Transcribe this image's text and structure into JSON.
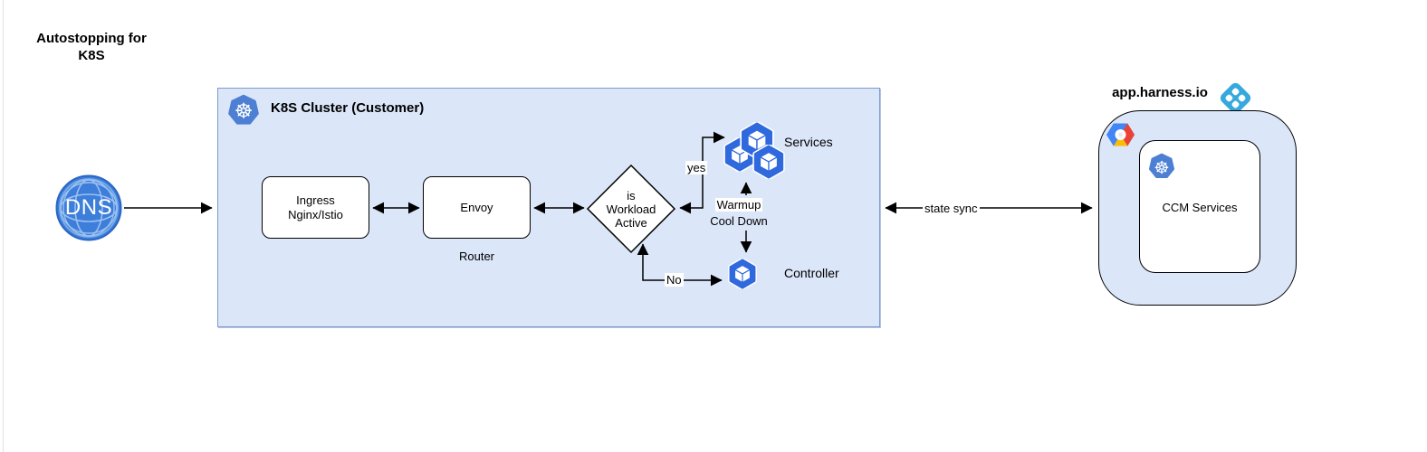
{
  "page": {
    "title": "Autostopping for\nK8S"
  },
  "dns": {
    "label": "DNS"
  },
  "cluster": {
    "title": "K8S Cluster (Customer)",
    "nodes": {
      "ingress": "Ingress\nNginx/Istio",
      "envoy": "Envoy",
      "router_caption": "Router",
      "decision": "is\nWorkload\nActive",
      "services": "Services",
      "controller": "Controller"
    },
    "edges": {
      "yes": "yes",
      "no": "No",
      "warmup": "Warmup",
      "cooldown": "Cool Down"
    }
  },
  "sync": {
    "label": "state sync"
  },
  "harness": {
    "domain": "app.harness.io",
    "ccm_label": "CCM Services"
  },
  "icons": {
    "dns_globe": "dns-globe-icon",
    "kubernetes": "kubernetes-wheel-icon",
    "pods": "pods-icon",
    "pod": "pod-icon",
    "harness": "harness-logo-icon",
    "gcp": "gcp-hexagon-icon"
  },
  "colors": {
    "cluster_fill": "#dbe6f8",
    "cluster_stroke": "#7d9cc9",
    "pod_blue": "#3069de",
    "k8s_blue": "#4d7fd3",
    "dns_blue": "#3d7edb",
    "harness_blue": "#35a9de",
    "gcp_red": "#ea4335",
    "gcp_blue": "#4285f4",
    "gcp_yellow": "#fbbc05",
    "line": "#000000"
  }
}
